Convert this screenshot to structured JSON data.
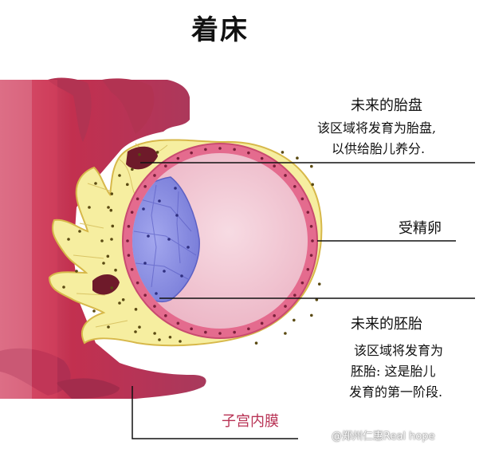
{
  "title": "着床",
  "labels": {
    "placenta_title": "未来的胎盘",
    "placenta_desc_1": "该区域将发育为胎盘,",
    "placenta_desc_2": "以供给胎儿养分.",
    "fertilized_egg": "受精卵",
    "embryo_title": "未来的胚胎",
    "embryo_desc_1": "该区域将发育为",
    "embryo_desc_2": "胚胎: 这是胎儿",
    "embryo_desc_3": "发育的第一阶段.",
    "endometrium": "子宫内膜"
  },
  "watermark": "@郑州仁惠Real hope",
  "colors": {
    "uterine_wall": "#c23a5a",
    "endometrium_tissue": "#a8375a",
    "trophoblast": "#f5ec9a",
    "blastocyst_membrane": "#e26b8c",
    "cavity": "#f3cbd6",
    "inner_cell_mass": "#8a8fe0",
    "endometrium_label": "#b83254"
  }
}
